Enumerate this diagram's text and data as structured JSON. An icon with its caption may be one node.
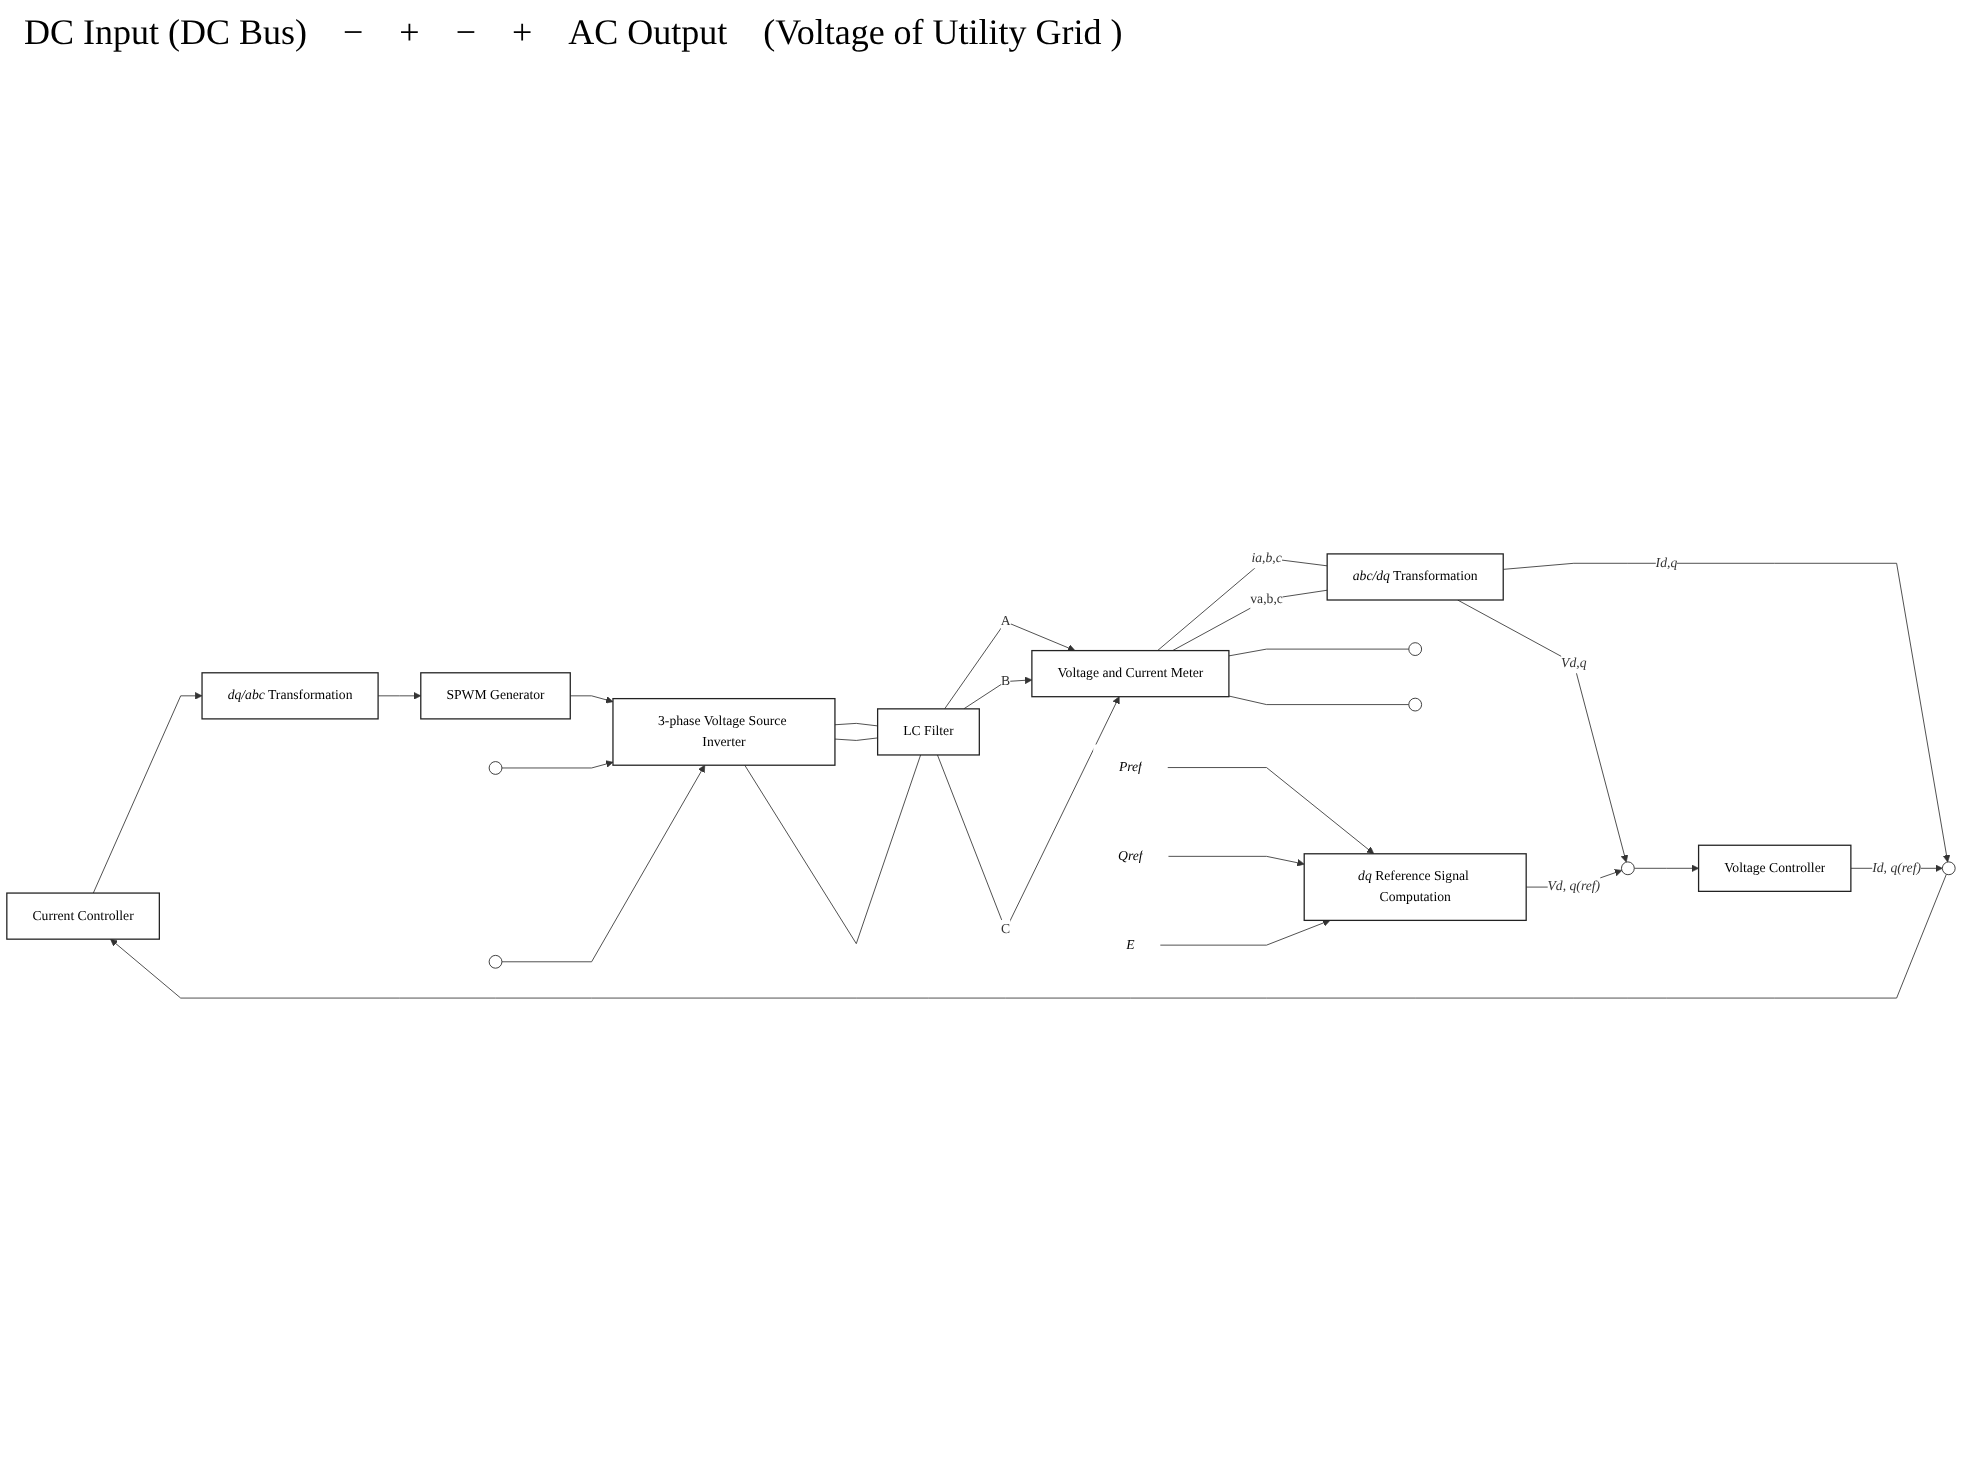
{
  "diagram": {
    "nodes": [
      {
        "text": [
          "Current Controller"
        ]
      },
      {
        "text": [
          "*dq/abc* Transformation"
        ]
      },
      {
        "text": [
          "SPWM Generator"
        ]
      },
      {
        "text": [
          "3-phase Voltage Source Inverter"
        ]
      },
      {
        "text": [
          "LC Filter"
        ]
      },
      {
        "text": [
          "Voltage and Current Meter"
        ]
      },
      {
        "text": [
          "*abc/dq* Transformation"
        ]
      },
      {
        "text": [],
        "shape": "circle"
      },
      {
        "text": [],
        "shape": "circle"
      },
      {
        "text": [
          "Voltage Controller"
        ]
      },
      {
        "text": [
          "*dq* Reference Signal Computation"
        ]
      },
      {
        "text": [
          "*Pref*"
        ]
      },
      {
        "text": [
          "*Qref*"
        ]
      },
      {
        "text": [
          "*E*"
        ]
      },
      {
        "text": [],
        "shape": "circle"
      },
      {
        "text": [],
        "shape": "circle"
      },
      {
        "text": [],
        "shape": "circle"
      },
      {
        "text": [],
        "shape": "circle"
      }
    ],
    "edges": [
      {
        "from": 0,
        "to": 1,
        "arrow": "to"
      },
      {
        "from": 1,
        "to": 2,
        "arrow": "to"
      },
      {
        "from": 2,
        "to": 3,
        "arrow": "to"
      },
      {
        "from": 14,
        "to": 3,
        "arrow": "to"
      },
      {
        "from": 15,
        "to": 3,
        "arrow": "to"
      },
      {
        "from": 3,
        "to": 4,
        "arrow": "none"
      },
      {
        "from": 3,
        "to": 4,
        "arrow": "none"
      },
      {
        "from": 3,
        "to": 4,
        "arrow": "none"
      },
      {
        "from": 4,
        "to": 5,
        "label": "A",
        "arrow": "to"
      },
      {
        "from": 4,
        "to": 5,
        "label": "B",
        "arrow": "to"
      },
      {
        "from": 4,
        "to": 5,
        "label": "C",
        "arrow": "to"
      },
      {
        "from": 5,
        "to": 6,
        "label": "*ia,b,c*",
        "arrow": "none"
      },
      {
        "from": 5,
        "to": 6,
        "label": "va,b,c",
        "arrow": "none"
      },
      {
        "from": 5,
        "to": 16,
        "arrow": "none"
      },
      {
        "from": 5,
        "to": 17,
        "arrow": "none"
      },
      {
        "from": 6,
        "to": 7,
        "label": "*Id,q*",
        "arrow": "to"
      },
      {
        "from": 6,
        "to": 8,
        "label": "*Vd,q*",
        "arrow": "to"
      },
      {
        "from": 8,
        "to": 9,
        "arrow": "to"
      },
      {
        "from": 9,
        "to": 7,
        "label": "*Id, q(ref)*",
        "arrow": "to"
      },
      {
        "from": 7,
        "to": 0,
        "arrow": "to"
      },
      {
        "from": 10,
        "to": 8,
        "label": "*Vd, q(ref)*",
        "arrow": "to"
      },
      {
        "from": 11,
        "to": 10,
        "arrow": "to"
      },
      {
        "from": 12,
        "to": 10,
        "arrow": "to"
      },
      {
        "from": 13,
        "to": 10,
        "arrow": "to"
      }
    ],
    "labels": [
      "DC Input (DC Bus)",
      "−",
      "+",
      "−",
      "+",
      "AC Output",
      "(Voltage of Utility Grid )"
    ]
  }
}
